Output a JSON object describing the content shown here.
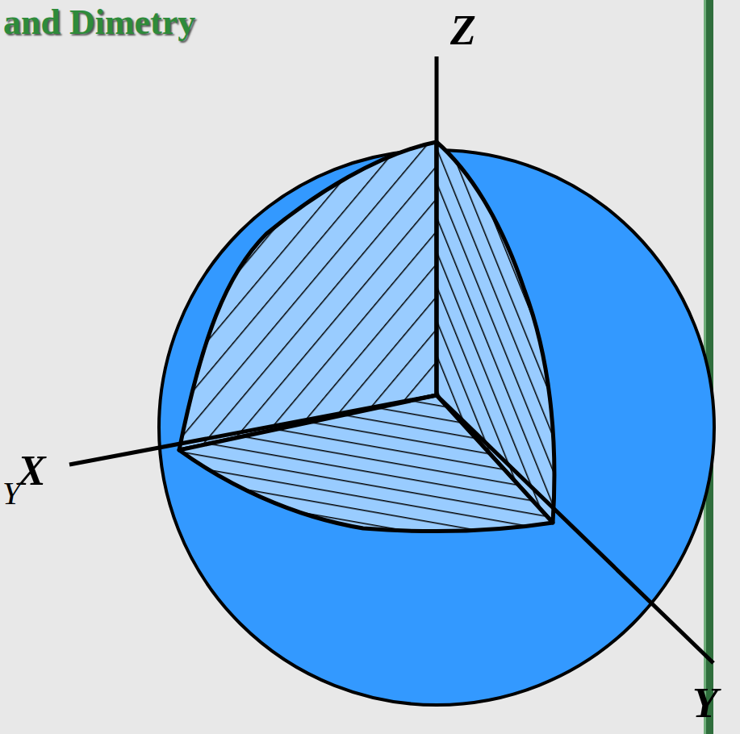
{
  "diagram": {
    "title": "and Dimetry",
    "labels": [
      "Z",
      "X",
      "Y",
      "Y"
    ]
  }
}
